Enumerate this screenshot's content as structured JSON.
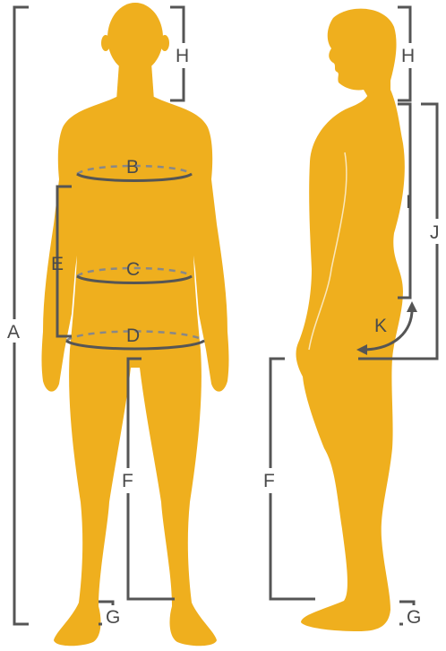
{
  "figure_colour": "#EFAF1E",
  "line_colour": "#555555",
  "labels": {
    "a": "A",
    "b": "B",
    "c": "C",
    "d": "D",
    "e": "E",
    "f_front": "F",
    "g_front": "G",
    "h_front": "H",
    "h_side": "H",
    "i": "I",
    "j": "J",
    "k": "K",
    "f_side": "F",
    "g_side": "G"
  }
}
